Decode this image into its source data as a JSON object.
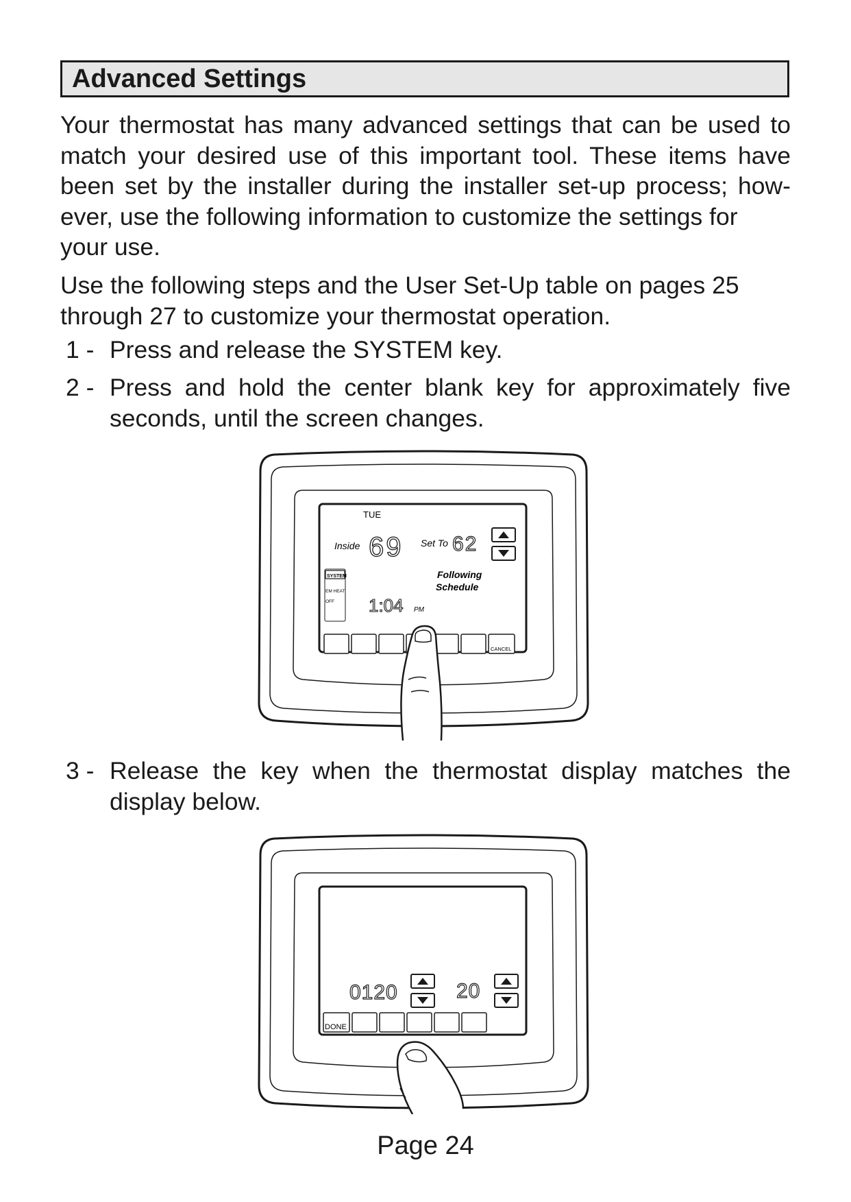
{
  "header": {
    "title": "Advanced Settings"
  },
  "intro": {
    "lines": [
      "Your thermostat has many advanced settings that can be used to",
      "match your desired use of this important tool. These items have",
      "been set by the installer during the installer set-up process; how-",
      "ever, use the following information to customize the settings for",
      "your use."
    ]
  },
  "instructions": {
    "lines": [
      "Use the following steps and the User Set-Up table on pages 25",
      "through 27 to customize your thermostat operation."
    ]
  },
  "steps": [
    {
      "number": "1 -",
      "lines": [
        "Press and release the SYSTEM key."
      ]
    },
    {
      "number": "2 -",
      "lines": [
        "Press and hold the center blank key for approximately five",
        "seconds, until the screen changes."
      ]
    },
    {
      "number": "3 -",
      "lines": [
        "Release the key when the thermostat display matches the",
        "display below."
      ]
    }
  ],
  "figure1": {
    "day": "TUE",
    "inside_label": "Inside",
    "inside_temp": "69",
    "set_to_label": "Set To",
    "set_temp": "62",
    "system_key": "SYSTEM",
    "mode_em_heat": "EM HEAT",
    "mode_off": "OFF",
    "status_line1": "Following",
    "status_line2": "Schedule",
    "time": "1:04",
    "time_suffix": "PM",
    "cancel_key": "CANCEL"
  },
  "figure2": {
    "setting_code": "0120",
    "setting_value": "20",
    "done_key": "DONE"
  },
  "footer": {
    "page": "Page 24"
  }
}
